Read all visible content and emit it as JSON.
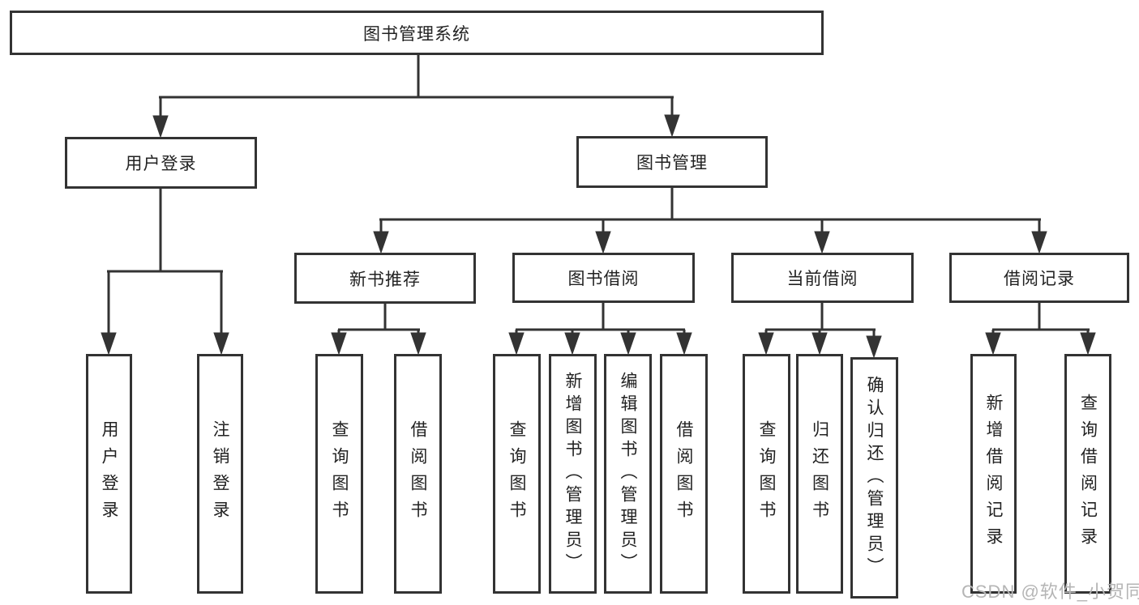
{
  "tree": {
    "label": "图书管理系统",
    "children": [
      {
        "label": "用户登录",
        "children": [
          {
            "label": "用户登录"
          },
          {
            "label": "注销登录"
          }
        ]
      },
      {
        "label": "图书管理",
        "children": [
          {
            "label": "新书推荐",
            "children": [
              {
                "label": "查询图书"
              },
              {
                "label": "借阅图书"
              }
            ]
          },
          {
            "label": "图书借阅",
            "children": [
              {
                "label": "查询图书"
              },
              {
                "label": "新增图书（管理员）"
              },
              {
                "label": "编辑图书（管理员）"
              },
              {
                "label": "借阅图书"
              }
            ]
          },
          {
            "label": "当前借阅",
            "children": [
              {
                "label": "查询图书"
              },
              {
                "label": "归还图书"
              },
              {
                "label": "确认归还（管理员）"
              }
            ]
          },
          {
            "label": "借阅记录",
            "children": [
              {
                "label": "新增借阅记录"
              },
              {
                "label": "查询借阅记录"
              }
            ]
          }
        ]
      }
    ]
  },
  "watermark": {
    "text": "CSDN @软件_小贺同学"
  },
  "colors": {
    "line": "#333333",
    "box_border": "#333333",
    "text": "#222222",
    "background": "#ffffff",
    "watermark": "#b5b5b5"
  }
}
